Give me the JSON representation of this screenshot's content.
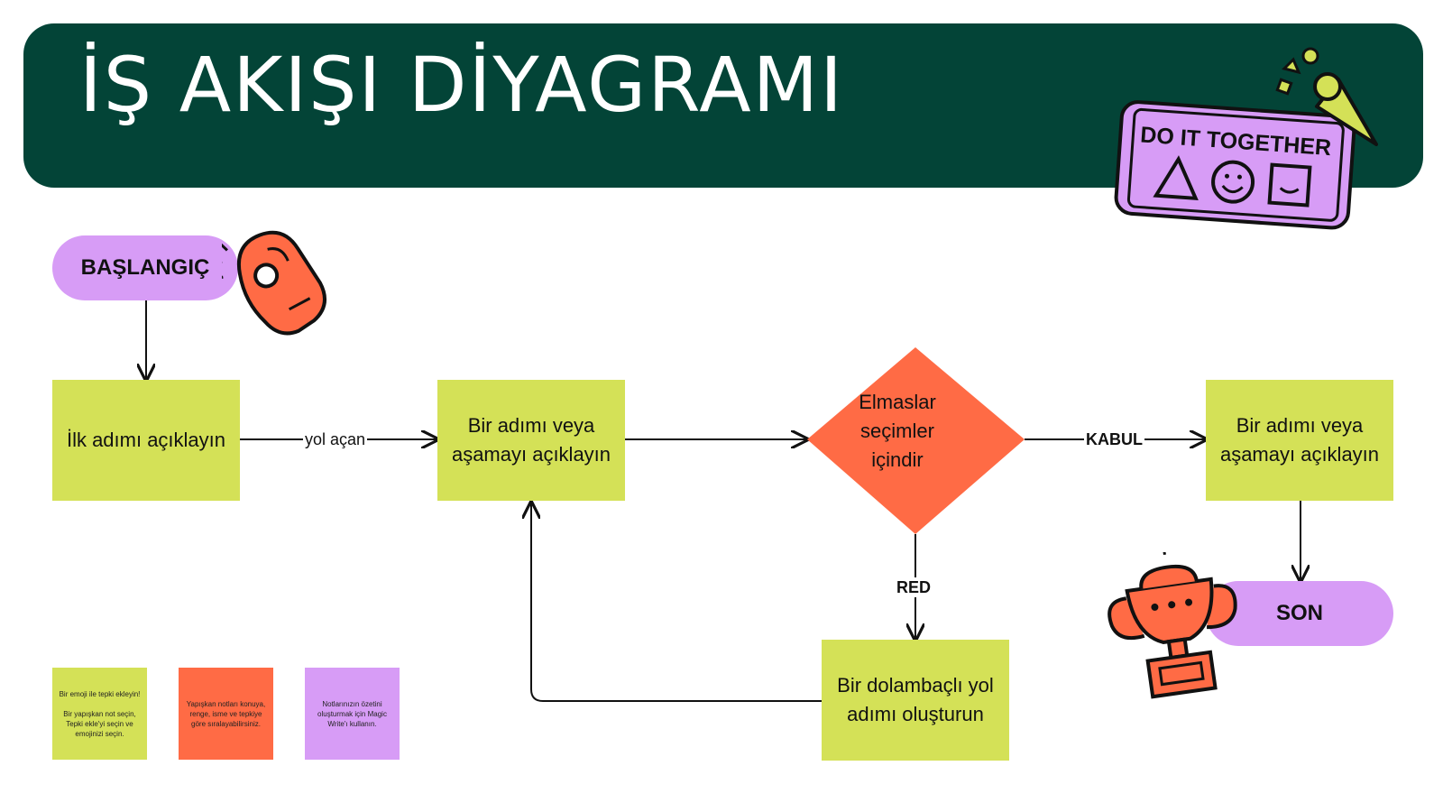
{
  "header": {
    "title": "İŞ AKIŞI DİYAGRAMI"
  },
  "sticker": {
    "text": "DO IT TOGETHER"
  },
  "flow": {
    "start": "BAŞLANGIÇ",
    "step1": "İlk adımı açıklayın",
    "edge1_label": "yol açan",
    "step2": "Bir adımı veya aşamayı açıklayın",
    "decision": "Elmaslar seçimler içindir",
    "accept_label": "KABUL",
    "reject_label": "RED",
    "step3": "Bir adımı veya aşamayı açıklayın",
    "detour": "Bir dolambaçlı yol adımı oluşturun",
    "end": "SON"
  },
  "notes": [
    {
      "text": "Bir emoji ile tepki ekleyin!\n\nBir yapışkan not seçin, Tepki ekle'yi seçin ve emojinizi seçin.",
      "color": "#d4e157"
    },
    {
      "text": "Yapışkan notları konuya, renge, isme ve tepkiye göre sıralayabilirsiniz.",
      "color": "#ff6b45"
    },
    {
      "text": "Notlarınızın özetini oluşturmak için Magic Write'ı kullanın.",
      "color": "#d79cf6"
    }
  ],
  "colors": {
    "header_bg": "#034437",
    "box_green": "#d4e157",
    "diamond_orange": "#ff6b45",
    "pill_purple": "#d79cf6"
  }
}
